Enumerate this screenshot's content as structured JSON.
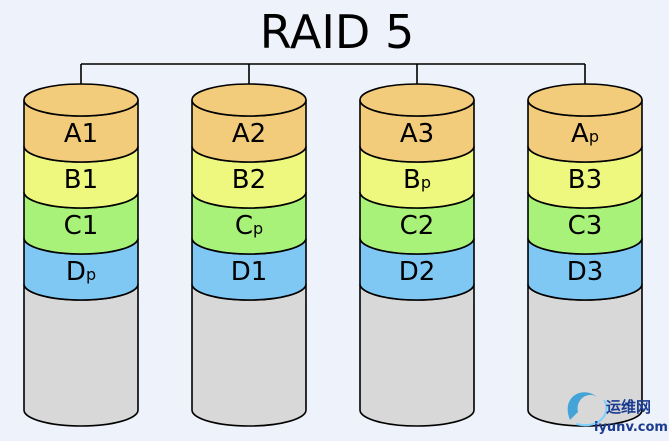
{
  "title": "RAID 5",
  "colors": {
    "background": "#eef3fb",
    "stripe_a": "#f3cc7b",
    "stripe_b": "#eef77e",
    "stripe_c": "#a9f27a",
    "stripe_d": "#7ec8f3",
    "disk_body": "#d8d8d8",
    "outline": "#000000"
  },
  "disks": [
    {
      "blocks": [
        {
          "main": "A",
          "sub": "1",
          "parity": false,
          "color": "stripe_a"
        },
        {
          "main": "B",
          "sub": "1",
          "parity": false,
          "color": "stripe_b"
        },
        {
          "main": "C",
          "sub": "1",
          "parity": false,
          "color": "stripe_c"
        },
        {
          "main": "D",
          "sub": "p",
          "parity": true,
          "color": "stripe_d"
        }
      ]
    },
    {
      "blocks": [
        {
          "main": "A",
          "sub": "2",
          "parity": false,
          "color": "stripe_a"
        },
        {
          "main": "B",
          "sub": "2",
          "parity": false,
          "color": "stripe_b"
        },
        {
          "main": "C",
          "sub": "p",
          "parity": true,
          "color": "stripe_c"
        },
        {
          "main": "D",
          "sub": "1",
          "parity": false,
          "color": "stripe_d"
        }
      ]
    },
    {
      "blocks": [
        {
          "main": "A",
          "sub": "3",
          "parity": false,
          "color": "stripe_a"
        },
        {
          "main": "B",
          "sub": "p",
          "parity": true,
          "color": "stripe_b"
        },
        {
          "main": "C",
          "sub": "2",
          "parity": false,
          "color": "stripe_c"
        },
        {
          "main": "D",
          "sub": "2",
          "parity": false,
          "color": "stripe_d"
        }
      ]
    },
    {
      "blocks": [
        {
          "main": "A",
          "sub": "p",
          "parity": true,
          "color": "stripe_a"
        },
        {
          "main": "B",
          "sub": "3",
          "parity": false,
          "color": "stripe_b"
        },
        {
          "main": "C",
          "sub": "3",
          "parity": false,
          "color": "stripe_c"
        },
        {
          "main": "D",
          "sub": "3",
          "parity": false,
          "color": "stripe_d"
        }
      ]
    }
  ],
  "watermark": {
    "text_cn": "运维网",
    "text_en": "iyunv.com"
  }
}
